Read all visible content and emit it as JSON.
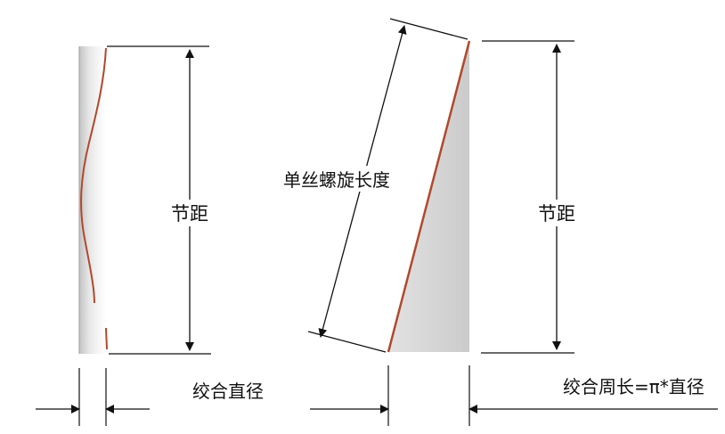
{
  "labels": {
    "pitch_left": "节距",
    "pitch_right": "节距",
    "single_wire_helix_length": "单丝螺旋长度",
    "lay_diameter": "绞合直径",
    "lay_circumference": "绞合周长=π*直径"
  },
  "colors": {
    "line": "#111111",
    "helix_wire": "#b0492c",
    "cylinder_shade": "#cfcfcf",
    "triangle_fill": "#d3d3d3",
    "background": "#ffffff"
  }
}
